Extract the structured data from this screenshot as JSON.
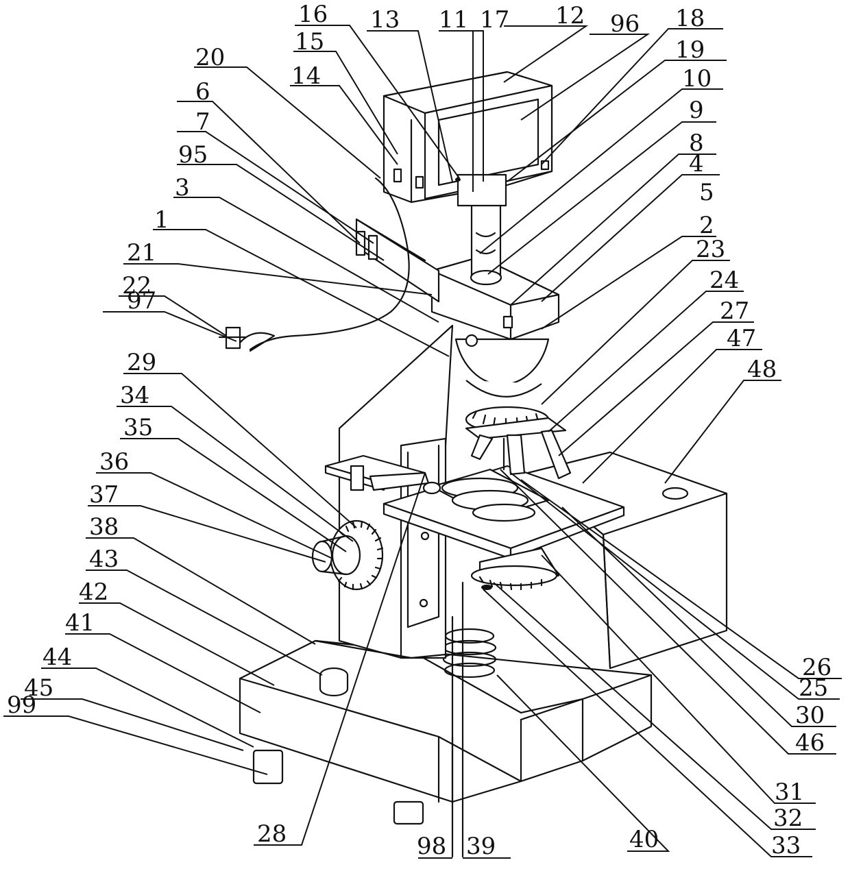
{
  "labels": {
    "l1": "1",
    "l2": "2",
    "l3": "3",
    "l4": "4",
    "l5": "5",
    "l6": "6",
    "l7": "7",
    "l8": "8",
    "l9": "9",
    "l10": "10",
    "l11": "11",
    "l12": "12",
    "l13": "13",
    "l14": "14",
    "l15": "15",
    "l16": "16",
    "l17": "17",
    "l18": "18",
    "l19": "19",
    "l20": "20",
    "l21": "21",
    "l22": "22",
    "l23": "23",
    "l24": "24",
    "l25": "25",
    "l26": "26",
    "l27": "27",
    "l28": "28",
    "l29": "29",
    "l30": "30",
    "l31": "31",
    "l32": "32",
    "l33": "33",
    "l34": "34",
    "l35": "35",
    "l36": "36",
    "l37": "37",
    "l38": "38",
    "l39": "39",
    "l40": "40",
    "l41": "41",
    "l42": "42",
    "l43": "43",
    "l44": "44",
    "l45": "45",
    "l46": "46",
    "l47": "47",
    "l48": "48",
    "l95": "95",
    "l96": "96",
    "l97": "97",
    "l98": "98",
    "l99": "99"
  }
}
